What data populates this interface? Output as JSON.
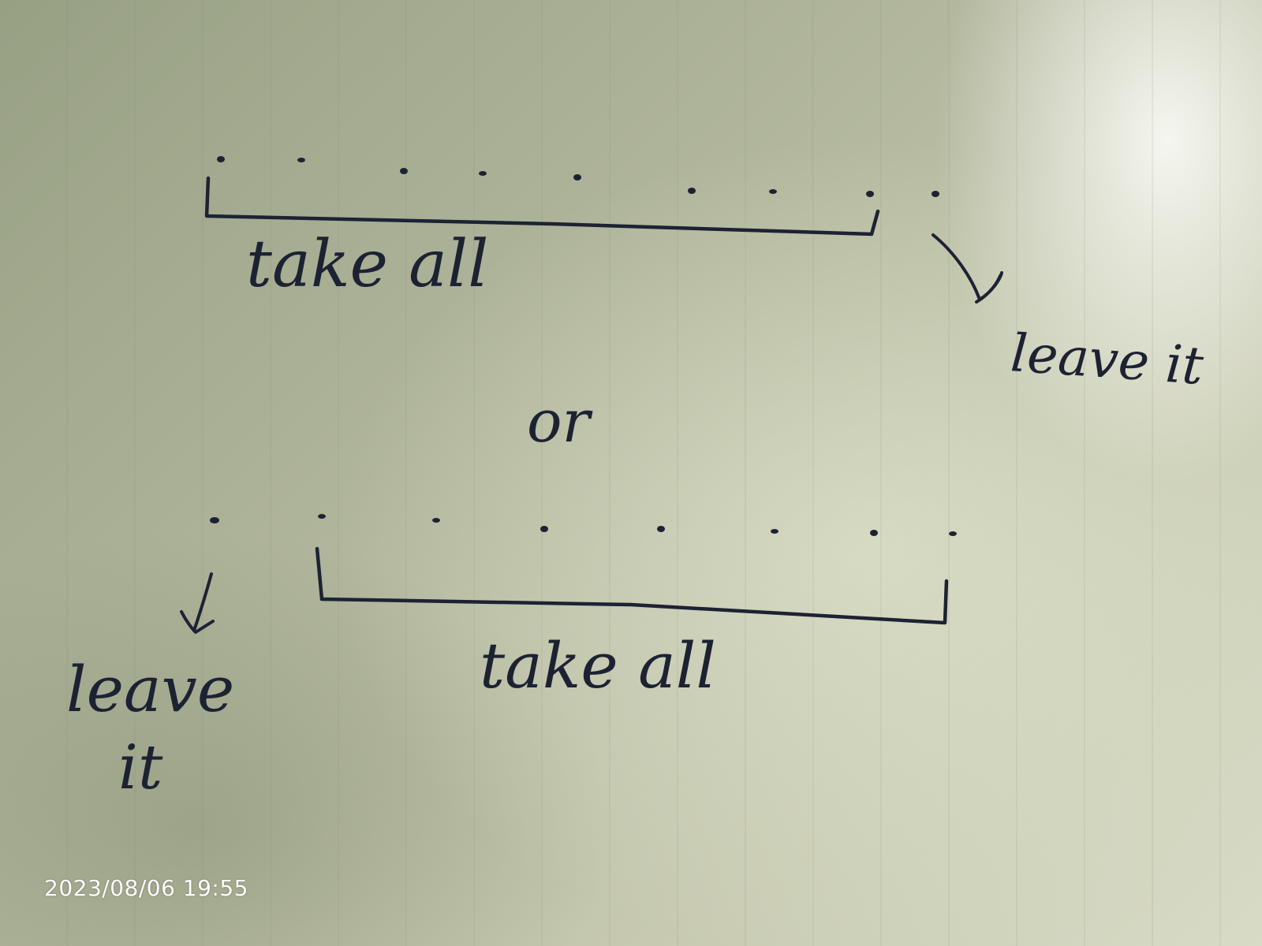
{
  "notes": {
    "top": {
      "label": "take all",
      "side_label": "leave it"
    },
    "separator": "or",
    "bottom": {
      "label": "take all",
      "side_label_line1": "leave",
      "side_label_line2": "it"
    }
  },
  "timestamp": "2023/08/06 19:55",
  "colors": {
    "ink": "#1d2233",
    "paper": "#c4c7ad",
    "timestamp": "#ffffff"
  }
}
